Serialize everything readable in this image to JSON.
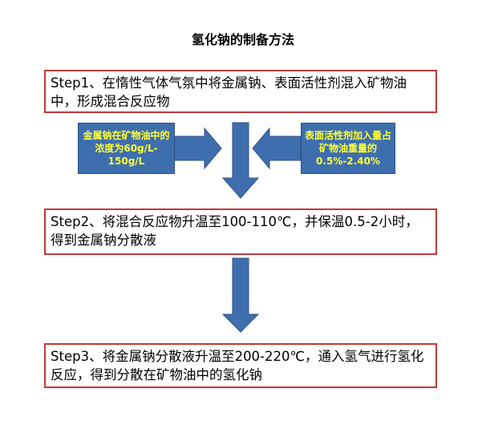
{
  "title": "氢化钠的制备方法",
  "steps": [
    "Step1、在惰性气体气氛中将金属钠、表面活性剂混入矿物油中，形成混合反应物",
    "Step2、将混合反应物升温至100-110℃，并保温0.5-2小时，得到金属钠分散液",
    "Step3、将金属钠分散液升温至200-220℃，通入氢气进行氢化反应，得到分散在矿物油中的氢化钠"
  ],
  "notes": {
    "left": "金属钠在矿物油中的浓度为60g/L-150g/L",
    "right": "表面活性剂加入量占矿物油重量的0.5%-2.40%"
  },
  "colors": {
    "arrow": "#3f6eae",
    "border": "#c0393b",
    "note_text": "#ffff33"
  }
}
